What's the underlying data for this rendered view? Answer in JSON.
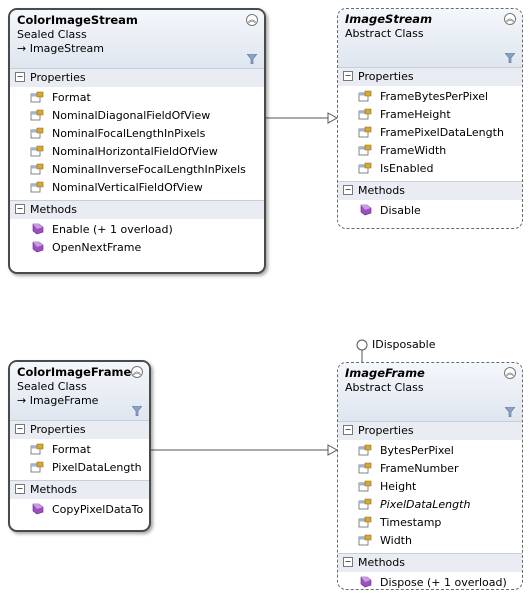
{
  "diagram": {
    "classes": {
      "color_image_stream": {
        "name": "ColorImageStream",
        "kind": "Sealed Class",
        "base": "→ ImageStream",
        "properties_label": "Properties",
        "methods_label": "Methods",
        "properties": [
          "Format",
          "NominalDiagonalFieldOfView",
          "NominalFocalLengthInPixels",
          "NominalHorizontalFieldOfView",
          "NominalInverseFocalLengthInPixels",
          "NominalVerticalFieldOfView"
        ],
        "methods": [
          "Enable (+ 1 overload)",
          "OpenNextFrame"
        ]
      },
      "image_stream": {
        "name": "ImageStream",
        "kind": "Abstract Class",
        "properties_label": "Properties",
        "methods_label": "Methods",
        "properties": [
          "FrameBytesPerPixel",
          "FrameHeight",
          "FramePixelDataLength",
          "FrameWidth",
          "IsEnabled"
        ],
        "methods": [
          "Disable"
        ]
      },
      "color_image_frame": {
        "name": "ColorImageFrame",
        "kind": "Sealed Class",
        "base": "→ ImageFrame",
        "properties_label": "Properties",
        "methods_label": "Methods",
        "properties": [
          "Format",
          "PixelDataLength"
        ],
        "methods": [
          "CopyPixelDataTo"
        ]
      },
      "image_frame": {
        "name": "ImageFrame",
        "kind": "Abstract Class",
        "properties_label": "Properties",
        "methods_label": "Methods",
        "properties": [
          "BytesPerPixel",
          "FrameNumber",
          "Height",
          "PixelDataLength",
          "Timestamp",
          "Width"
        ],
        "methods": [
          "Dispose (+ 1 overload)"
        ]
      }
    },
    "interface_label": "IDisposable",
    "colors": {
      "property_icon": "#d9a632",
      "method_icon": "#9b4fc3",
      "header_top": "#f4f7fb",
      "header_bottom": "#dfe6ef",
      "section": "#e9edf3"
    }
  }
}
